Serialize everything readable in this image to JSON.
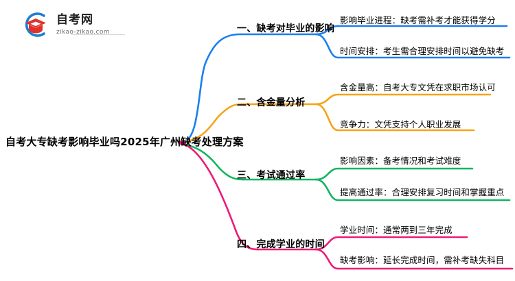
{
  "logo": {
    "title": "自考网",
    "subtitle": "zikao-zikao.com",
    "mark_icon": "graduation-cap-icon",
    "arc_color": "#1b7fd4",
    "cap_color": "#e0322c"
  },
  "mindmap": {
    "root": {
      "label": "自考大专缺考影响毕业吗2025年广州缺考处理方案"
    },
    "branches": [
      {
        "label": "一、缺考对毕业的影响",
        "color": "#1a7ff0",
        "leaves": [
          "影响毕业进程：缺考需补考才能获得学分",
          "时间安排：考生需合理安排时间以避免缺考"
        ]
      },
      {
        "label": "二、含金量分析",
        "color": "#f5a417",
        "leaves": [
          "含金量高：自考大专文凭在求职市场认可",
          "竞争力：文凭支持个人职业发展"
        ]
      },
      {
        "label": "三、考试通过率",
        "color": "#10b65c",
        "leaves": [
          "影响因素：备考情况和考试难度",
          "提高通过率：合理安排复习时间和掌握重点"
        ]
      },
      {
        "label": "四、完成学业的时间",
        "color": "#ed1b76",
        "leaves": [
          "学业时间：通常两到三年完成",
          "缺考影响：延长完成时间，需补考缺失科目"
        ]
      }
    ]
  }
}
